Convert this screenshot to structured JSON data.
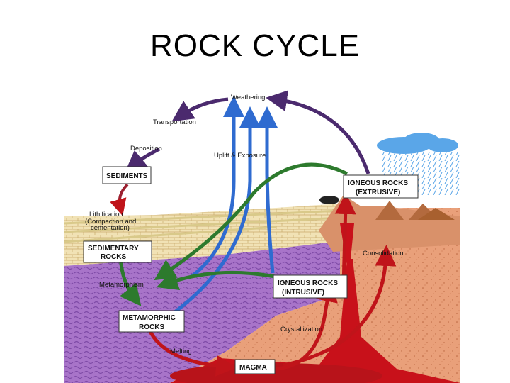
{
  "title": "ROCK CYCLE",
  "labels": {
    "weathering": "Weathering",
    "transportation": "Transportation",
    "deposition": "Deposition",
    "uplift": "Uplift & Exposure",
    "lithification_1": "Lithification",
    "lithification_2": "(Compaction and",
    "lithification_3": "cementation)",
    "metamorphism": "Metamorphism",
    "consolidation": "Consolidation",
    "crystallization": "Crystallization",
    "melting": "Melting"
  },
  "boxes": {
    "sediments": "SEDIMENTS",
    "sedimentary_1": "SEDIMENTARY",
    "sedimentary_2": "ROCKS",
    "igneous_ext_1": "IGNEOUS ROCKS",
    "igneous_ext_2": "(EXTRUSIVE)",
    "igneous_int_1": "IGNEOUS ROCKS",
    "igneous_int_2": "(INTRUSIVE)",
    "metamorphic_1": "METAMORPHIC",
    "metamorphic_2": "ROCKS",
    "magma": "MAGMA"
  },
  "colors": {
    "transport_arrows": "#4b2a6e",
    "uplift_arrows": "#2f6bd0",
    "green_arrows": "#2d7a2d",
    "red_arrows": "#c0141a",
    "metamorphic_zone": "#a96fc8",
    "crust": "#e9a07a",
    "sky_cloud": "#5aa6e8"
  }
}
